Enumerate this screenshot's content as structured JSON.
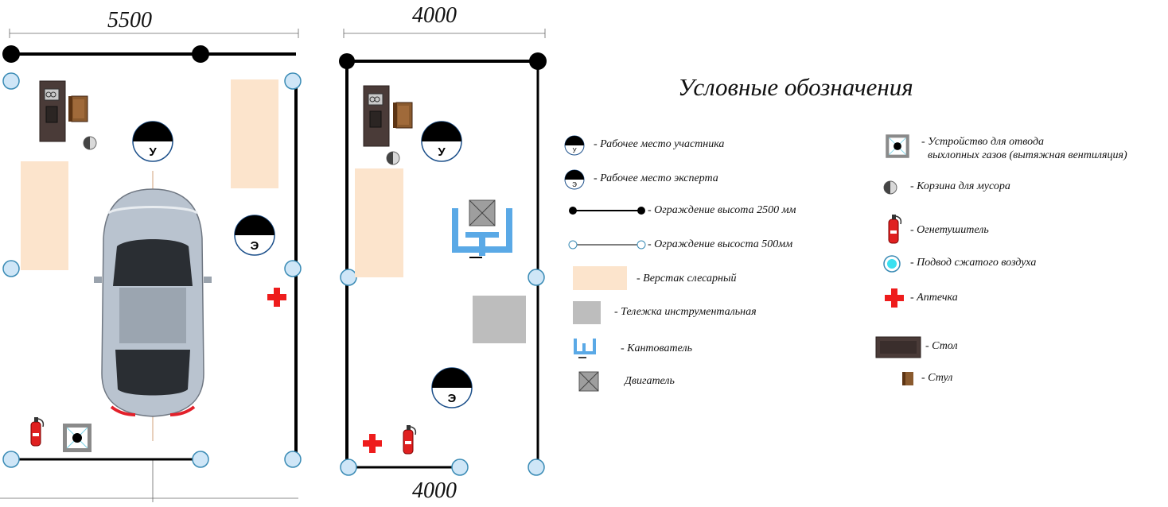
{
  "plan1": {
    "width_label": "5500"
  },
  "plan2": {
    "width_label_top": "4000",
    "width_label_bottom": "4000"
  },
  "markers": {
    "participant": "У",
    "expert": "Э"
  },
  "legend": {
    "title": "Условные обозначения",
    "left": [
      {
        "key": "participant_workplace",
        "label": "- Рабочее место участника",
        "icon": "half-filled-circle-icon"
      },
      {
        "key": "expert_workplace",
        "label": "- Рабочее место эксперта",
        "icon": "half-filled-circle-icon"
      },
      {
        "key": "fence_2500",
        "label": "- Ограждение высота 2500 мм",
        "icon": "fence-high-icon"
      },
      {
        "key": "fence_500",
        "label": "- Ограждение высоста 500мм",
        "icon": "fence-low-icon"
      },
      {
        "key": "workbench",
        "label": "- Верстак слесарный",
        "icon": "workbench-icon"
      },
      {
        "key": "tool_cart",
        "label": "- Тележка инструментальная",
        "icon": "tool-cart-icon"
      },
      {
        "key": "tilter",
        "label": "- Кантователь",
        "icon": "tilter-icon"
      },
      {
        "key": "engine",
        "label": "Двигатель",
        "icon": "engine-icon"
      }
    ],
    "right": [
      {
        "key": "exhaust",
        "label_line1": "- Устройство для отвода",
        "label_line2": "выхлопных газов (вытяжная вентиляция)",
        "icon": "exhaust-vent-icon"
      },
      {
        "key": "trash",
        "label": "- Корзина для мусора",
        "icon": "trash-bin-icon"
      },
      {
        "key": "extinguisher",
        "label": "- Огнетушитель",
        "icon": "fire-extinguisher-icon"
      },
      {
        "key": "air",
        "label": "- Подвод сжатого воздуха",
        "icon": "compressed-air-icon"
      },
      {
        "key": "first_aid",
        "label": "- Аптечка",
        "icon": "first-aid-icon"
      },
      {
        "key": "table",
        "label": "- Стол",
        "icon": "table-icon"
      },
      {
        "key": "chair",
        "label": "- Стул",
        "icon": "chair-icon"
      }
    ]
  },
  "colors": {
    "workbench": "#fce4cc",
    "tool_cart": "#bdbdbd",
    "air_fill": "#cfe6f7",
    "air_stroke": "#3a8bb5",
    "air_legend_fill": "#39e0f0",
    "first_aid": "#ee1c1c",
    "tilter": "#5aa9e6",
    "table": "#4a3b38",
    "chair": "#7a4a24",
    "car_body": "#b9c3cf",
    "car_glass": "#2a2e33"
  }
}
